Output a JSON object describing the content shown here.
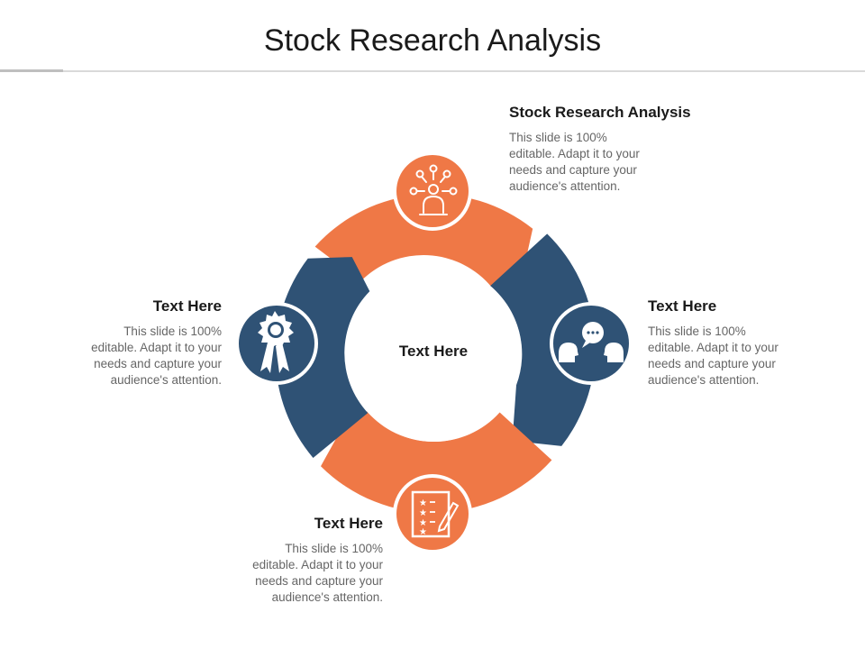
{
  "title": "Stock Research Analysis",
  "center_label": "Text Here",
  "colors": {
    "orange": "#ef7846",
    "navy": "#2f5275",
    "text_dark": "#1a1a1a",
    "text_muted": "#666666"
  },
  "blocks": {
    "top": {
      "heading": "Stock Research Analysis",
      "lines": [
        "This slide is 100%",
        "editable. Adapt it to your",
        "needs and capture your",
        "audience's attention."
      ]
    },
    "right": {
      "heading": "Text Here",
      "lines": [
        "This slide is 100%",
        "editable. Adapt it to your",
        "needs and capture your",
        "audience's attention."
      ]
    },
    "left": {
      "heading": "Text Here",
      "lines": [
        "This slide is 100%",
        "editable. Adapt it to your",
        "needs and capture your",
        "audience's attention."
      ]
    },
    "bottom": {
      "heading": "Text Here",
      "lines": [
        "This slide is 100%",
        "editable. Adapt it to your",
        "needs and capture your",
        "audience's attention."
      ]
    }
  },
  "icons": {
    "top": "person-network-icon",
    "right": "conversation-icon",
    "left": "award-ribbon-icon",
    "bottom": "rating-checklist-icon"
  }
}
